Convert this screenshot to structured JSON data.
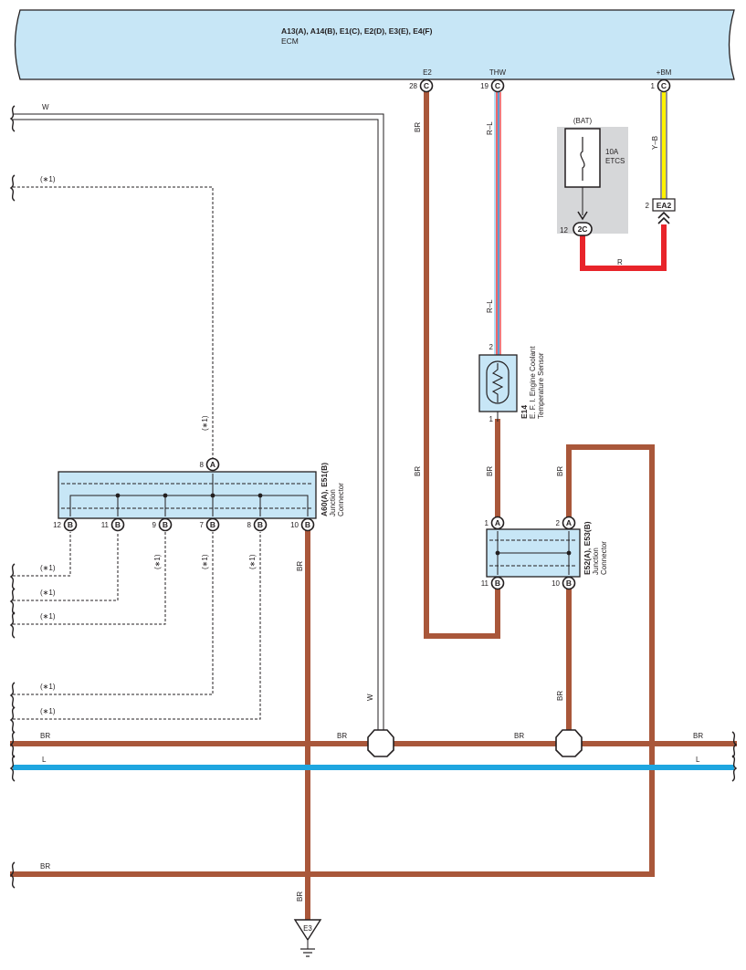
{
  "ecm": {
    "title": "A13(A), A14(B), E1(C), E2(D), E3(E), E4(F)",
    "subtitle": "ECM",
    "pins": [
      {
        "signal": "E2",
        "number": "28",
        "letter": "C"
      },
      {
        "signal": "THW",
        "number": "19",
        "letter": "C"
      },
      {
        "signal": "+BM",
        "number": "1",
        "letter": "C"
      }
    ]
  },
  "fuse": {
    "supply": "(BAT)",
    "rating": "10A",
    "name": "ETCS",
    "pin_number": "12",
    "pin_label": "2C"
  },
  "ea2_connector": {
    "label": "EA2",
    "pin_number": "2"
  },
  "sensor": {
    "id": "E14",
    "line1": "E. F. I.  Engine Coolant",
    "line2": "Temperature Sensor",
    "pin_top": "2",
    "pin_bottom": "1"
  },
  "junction_left": {
    "title": "A60(A), E51(B)",
    "line1": "Junction",
    "line2": "Connector",
    "top_pin": {
      "number": "8",
      "letter": "A"
    },
    "bottom_pins": [
      {
        "number": "12",
        "letter": "B"
      },
      {
        "number": "11",
        "letter": "B"
      },
      {
        "number": "9",
        "letter": "B"
      },
      {
        "number": "7",
        "letter": "B"
      },
      {
        "number": "8",
        "letter": "B"
      },
      {
        "number": "10",
        "letter": "B"
      }
    ]
  },
  "junction_right": {
    "title": "E52(A), E53(B)",
    "line1": "Junction",
    "line2": "Connector",
    "pins": [
      {
        "number": "1",
        "letter": "A"
      },
      {
        "number": "2",
        "letter": "A"
      },
      {
        "number": "11",
        "letter": "B"
      },
      {
        "number": "10",
        "letter": "B"
      }
    ]
  },
  "wire_colors": {
    "br": "BR",
    "w": "W",
    "rl": "R–L",
    "yb": "Y–B",
    "r": "R",
    "l": "L"
  },
  "note": "(∗1)",
  "ground": {
    "label": "E3"
  },
  "colors": {
    "ecm_fill": "#c7e6f6",
    "brown_wire": "#a9573a",
    "blue_wire": "#1ea6e0",
    "red_wire": "#e8242a",
    "yellow_wire": "#fff200",
    "fuse_box": "#d6d7d9"
  }
}
